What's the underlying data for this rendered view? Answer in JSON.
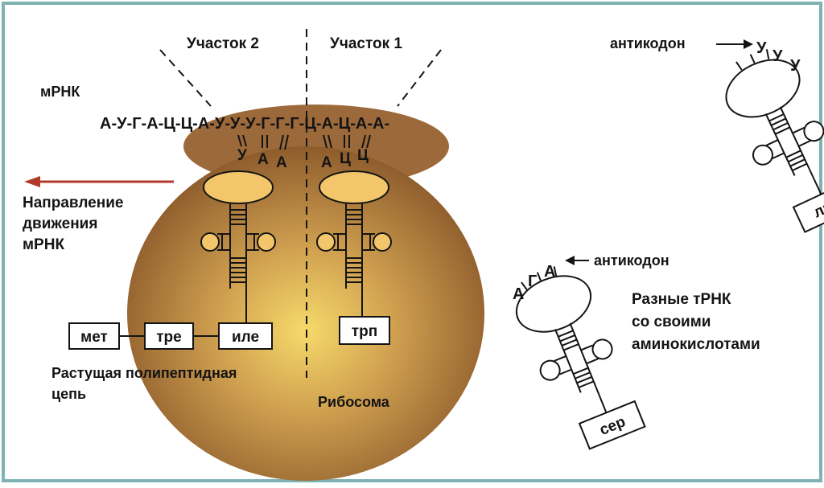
{
  "labels": {
    "site2": "Участок 2",
    "site1": "Участок 1",
    "mrna": "мРНК",
    "mrna_sequence": "А-У-Г-А-Ц-Ц-А-У-У-У-Г-Г-Г-Ц-А-Ц-А-А-",
    "direction_line1": "Направление",
    "direction_line2": "движения",
    "direction_line3": "мРНК",
    "growing_chain_line1": "Растущая полипептидная",
    "growing_chain_line2": "цепь",
    "ribosome": "Рибосома",
    "anticodon_top": "антикодон",
    "anticodon_bottom": "антикодон",
    "different_trna_line1": "Разные тРНК",
    "different_trna_line2": "со своими",
    "different_trna_line3": "аминокислотами"
  },
  "anticodons": {
    "left_trna": [
      "У",
      "А",
      "А"
    ],
    "right_trna": [
      "А",
      "Ц",
      "Ц"
    ],
    "liz_trna": [
      "У",
      "У",
      "У"
    ],
    "ser_trna": [
      "А",
      "Г",
      "А"
    ]
  },
  "amino_acids": {
    "met": "мет",
    "tre": "тре",
    "ile": "иле",
    "trp": "трп",
    "liz": "лиз",
    "ser": "сер"
  },
  "colors": {
    "frame_border": "#7fb2b2",
    "ribosome_edge": "#8b5a2b",
    "ribosome_center": "#f4d060",
    "ribosome_small": "#9c6a3a",
    "arrow": "#b23a2a"
  }
}
